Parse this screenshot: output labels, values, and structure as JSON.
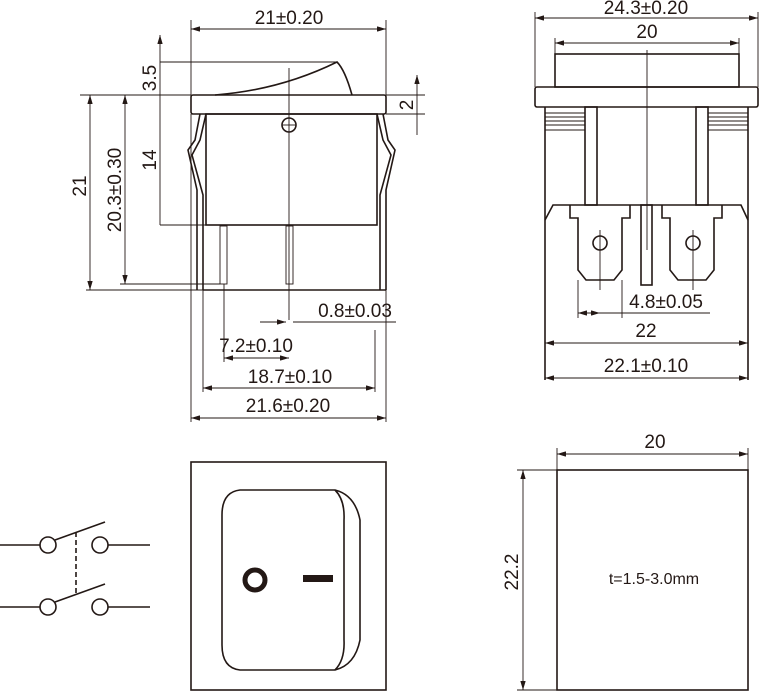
{
  "front_view": {
    "width_top": "21±0.20",
    "rocker_height": "3.5",
    "flange_thickness": "2",
    "body_height": "14",
    "overall_height_tol": "20.3±0.30",
    "overall_height": "21",
    "terminal_thickness": "0.8±0.03",
    "terminal_pitch": "7.2±0.10",
    "clip_width": "18.7±0.10",
    "body_width": "21.6±0.20"
  },
  "side_view": {
    "flange_width": "24.3±0.20",
    "cap_width": "20",
    "terminal_width": "4.8±0.05",
    "body_width": "22",
    "clip_width": "22.1±0.10"
  },
  "panel_cutout": {
    "width": "20",
    "height": "22.2",
    "panel_thickness": "t=1.5-3.0mm"
  },
  "rocker_face": {
    "off_symbol": "O",
    "on_symbol": "I"
  }
}
